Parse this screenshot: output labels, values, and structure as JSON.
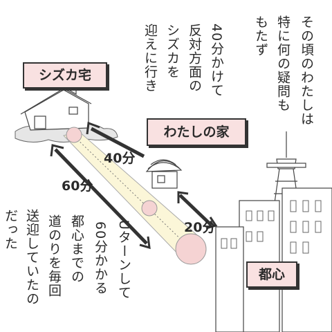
{
  "narration": {
    "col1": "その頃のわたしは",
    "col2": "特に何の疑問も",
    "col3": "もたず",
    "col4": "40分かけて",
    "col5": "反対方面の",
    "col6": "シズカを",
    "col7": "迎えに行き",
    "col8": "Uターンして",
    "col9": "60分かかる",
    "col10": "都心までの",
    "col11": "道のりを毎回",
    "col12": "送迎していたの",
    "col13": "だった"
  },
  "places": {
    "shizuka_home": "シズカ宅",
    "my_home": "わたしの家",
    "city_center": "都心"
  },
  "durations": {
    "shizuka_to_me": "40分",
    "shizuka_to_city": "60分",
    "me_to_city": "20分"
  },
  "colors": {
    "label_fill": "#f9e1e1",
    "circle_fill": "#f5d3d3",
    "path_fill": "#fbf6d8"
  }
}
